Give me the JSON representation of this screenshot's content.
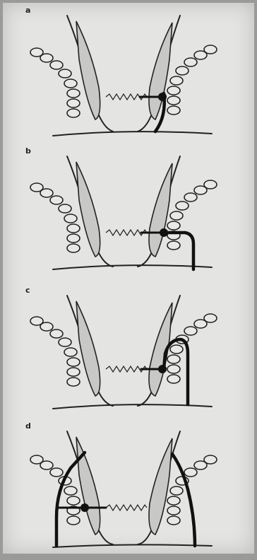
{
  "panels": [
    {
      "label": "a"
    },
    {
      "label": "b"
    },
    {
      "label": "c"
    },
    {
      "label": "d"
    }
  ],
  "colors": {
    "background": "#e4e4e2",
    "ink": "#222222",
    "shading": "#c8c8c6"
  }
}
